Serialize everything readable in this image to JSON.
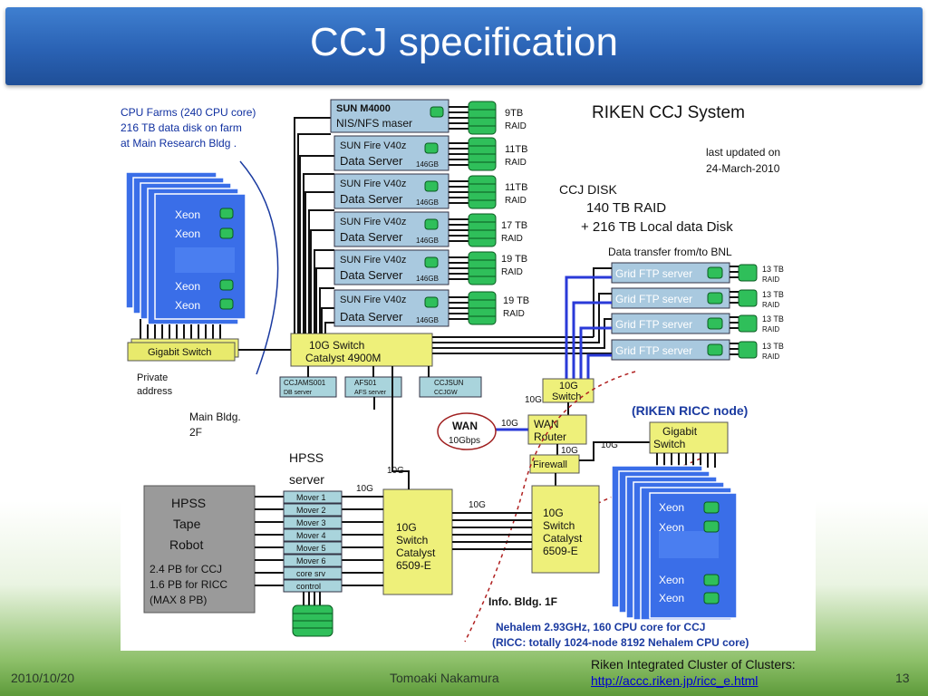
{
  "slide": {
    "title": "CCJ specification",
    "date": "2010/10/20",
    "author": "Tomoaki Nakamura",
    "note_line1": "Riken Integrated Cluster of Clusters:",
    "note_link": "http://accc.riken.jp/ricc_e.html",
    "page_number": "13"
  },
  "diagram": {
    "system_title": "RIKEN CCJ System",
    "updated_line1": "last updated on",
    "updated_line2": "24-March-2010",
    "ccj_disk": {
      "line1": "CCJ DISK",
      "line2": "140 TB RAID",
      "line3": "+ 216 TB Local data Disk"
    },
    "cpu_farm": {
      "line1": "CPU Farms (240 CPU core)",
      "line2": "216 TB data disk on farm",
      "line3": "at Main Research Bldg .",
      "node_label": "Xeon"
    },
    "servers": [
      {
        "line1": "SUN M4000",
        "line2": "NIS/NFS maser",
        "disk": "",
        "raid_size": "9TB",
        "raid": "RAID"
      },
      {
        "line1": "SUN Fire V40z",
        "line2": "Data Server",
        "disk": "146GB",
        "raid_size": "11TB",
        "raid": "RAID"
      },
      {
        "line1": "SUN Fire V40z",
        "line2": "Data Server",
        "disk": "146GB",
        "raid_size": "11TB",
        "raid": "RAID"
      },
      {
        "line1": "SUN Fire V40z",
        "line2": "Data Server",
        "disk": "146GB",
        "raid_size": "17 TB",
        "raid": "RAID"
      },
      {
        "line1": "SUN Fire V40z",
        "line2": "Data Server",
        "disk": "146GB",
        "raid_size": "19 TB",
        "raid": "RAID"
      },
      {
        "line1": "SUN Fire V40z",
        "line2": "Data Server",
        "disk": "146GB",
        "raid_size": "19 TB",
        "raid": "RAID"
      }
    ],
    "bnl_label": "Data transfer from/to BNL",
    "grid_ftp": [
      {
        "label": "Grid FTP server",
        "raid_size": "13 TB",
        "raid": "RAID"
      },
      {
        "label": "Grid FTP server",
        "raid_size": "13 TB",
        "raid": "RAID"
      },
      {
        "label": "Grid FTP server",
        "raid_size": "13 TB",
        "raid": "RAID"
      },
      {
        "label": "Grid FTP server",
        "raid_size": "13 TB",
        "raid": "RAID"
      }
    ],
    "gigabit_switch_left": "Gigabit Switch",
    "private_line1": "Private",
    "private_line2": "address",
    "switch_4900_line1": "10G Switch",
    "switch_4900_line2": "Catalyst 4900M",
    "small_servers": [
      {
        "line1": "CCJAMS001",
        "line2": "DB server"
      },
      {
        "line1": "AFS01",
        "line2": "AFS server"
      },
      {
        "line1": "CCJSUN",
        "line2": "CCJGW"
      }
    ],
    "switch_10g_small_line1": "10G",
    "switch_10g_small_line2": "Switch",
    "wan_line1": "WAN",
    "wan_line2": "10Gbps",
    "link_10g": "10G",
    "wan_router_line1": "WAN",
    "wan_router_line2": "Router",
    "firewall": "Firewall",
    "main_bldg_line1": "Main Bldg.",
    "main_bldg_line2": "2F",
    "hpss_server_line1": "HPSS",
    "hpss_server_line2": "server",
    "tape_robot": [
      "HPSS",
      "Tape",
      "Robot",
      "2.4 PB for CCJ",
      "1.6 PB for RICC",
      "(MAX 8 PB)"
    ],
    "movers": [
      "Mover 1",
      "Mover 2",
      "Mover 3",
      "Mover 4",
      "Mover 5",
      "Mover 6",
      "core srv",
      "control"
    ],
    "catalyst_6509": [
      "10G",
      "Switch",
      "Catalyst",
      "6509-E"
    ],
    "ricc_title": "(RIKEN RICC node)",
    "gigabit_switch_right_line1": "Gigabit",
    "gigabit_switch_right_line2": "Switch",
    "info_bldg": "Info. Bldg. 1F",
    "nehalem_line1": "Nehalem 2.93GHz, 160 CPU core for CCJ",
    "nehalem_line2": "(RICC: totally 1024-node 8192 Nehalem CPU core)"
  }
}
